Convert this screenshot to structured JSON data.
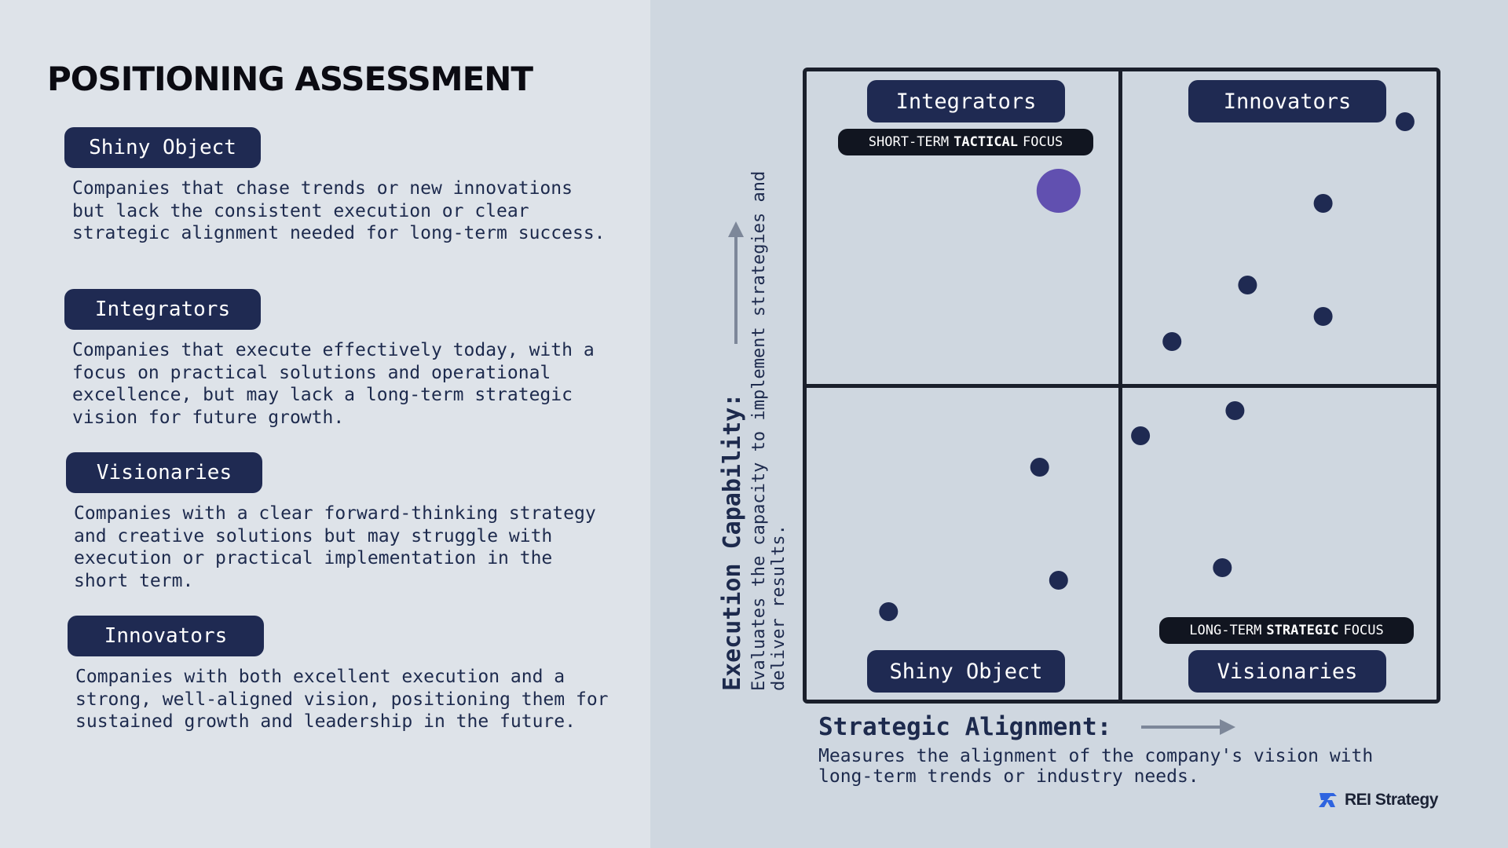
{
  "page": {
    "title": "POSITIONING ASSESSMENT"
  },
  "legend": [
    {
      "label": "Shiny Object",
      "description": "Companies that chase trends or new innovations but lack the consistent execution or clear strategic alignment needed for long-term success."
    },
    {
      "label": "Integrators",
      "description": "Companies that execute effectively today, with a focus on practical solutions and operational excellence, but may lack a long-term strategic vision for future growth."
    },
    {
      "label": "Visionaries",
      "description": "Companies with a clear forward-thinking strategy and creative solutions but may struggle with execution or practical implementation in the short term."
    },
    {
      "label": "Innovators",
      "description": "Companies with both excellent execution and a strong, well-aligned vision, positioning them for sustained growth and leadership in the future."
    }
  ],
  "quadrants": {
    "top_left": "Integrators",
    "top_right": "Innovators",
    "bottom_left": "Shiny Object",
    "bottom_right": "Visionaries",
    "short_term_badge": {
      "pre": "SHORT-TERM",
      "bold": "TACTICAL",
      "post": "FOCUS"
    },
    "long_term_badge": {
      "pre": "LONG-TERM",
      "bold": "STRATEGIC",
      "post": "FOCUS"
    }
  },
  "axes": {
    "y_name": "Execution Capability:",
    "y_desc": "Evaluates the capacity to implement strategies and deliver results.",
    "x_name": "Strategic Alignment:",
    "x_desc": "Measures the alignment of the company's vision with long-term trends or industry needs."
  },
  "brand": {
    "name": "REI Strategy"
  },
  "colors": {
    "point": "#1f2a52",
    "highlight": "#6150b0",
    "pill": "#1f2a52",
    "badge": "#111520"
  },
  "chart_data": {
    "type": "scatter",
    "xlim": [
      0,
      1
    ],
    "ylim": [
      0,
      1
    ],
    "grid": false,
    "quadrant_split": [
      0.5,
      0.5
    ],
    "points": [
      {
        "x": 0.4,
        "y": 0.81,
        "highlight": true
      },
      {
        "x": 0.95,
        "y": 0.92
      },
      {
        "x": 0.82,
        "y": 0.79
      },
      {
        "x": 0.7,
        "y": 0.66
      },
      {
        "x": 0.82,
        "y": 0.61
      },
      {
        "x": 0.58,
        "y": 0.57
      },
      {
        "x": 0.68,
        "y": 0.46
      },
      {
        "x": 0.53,
        "y": 0.42
      },
      {
        "x": 0.37,
        "y": 0.37
      },
      {
        "x": 0.4,
        "y": 0.19
      },
      {
        "x": 0.13,
        "y": 0.14
      },
      {
        "x": 0.66,
        "y": 0.21
      }
    ]
  }
}
